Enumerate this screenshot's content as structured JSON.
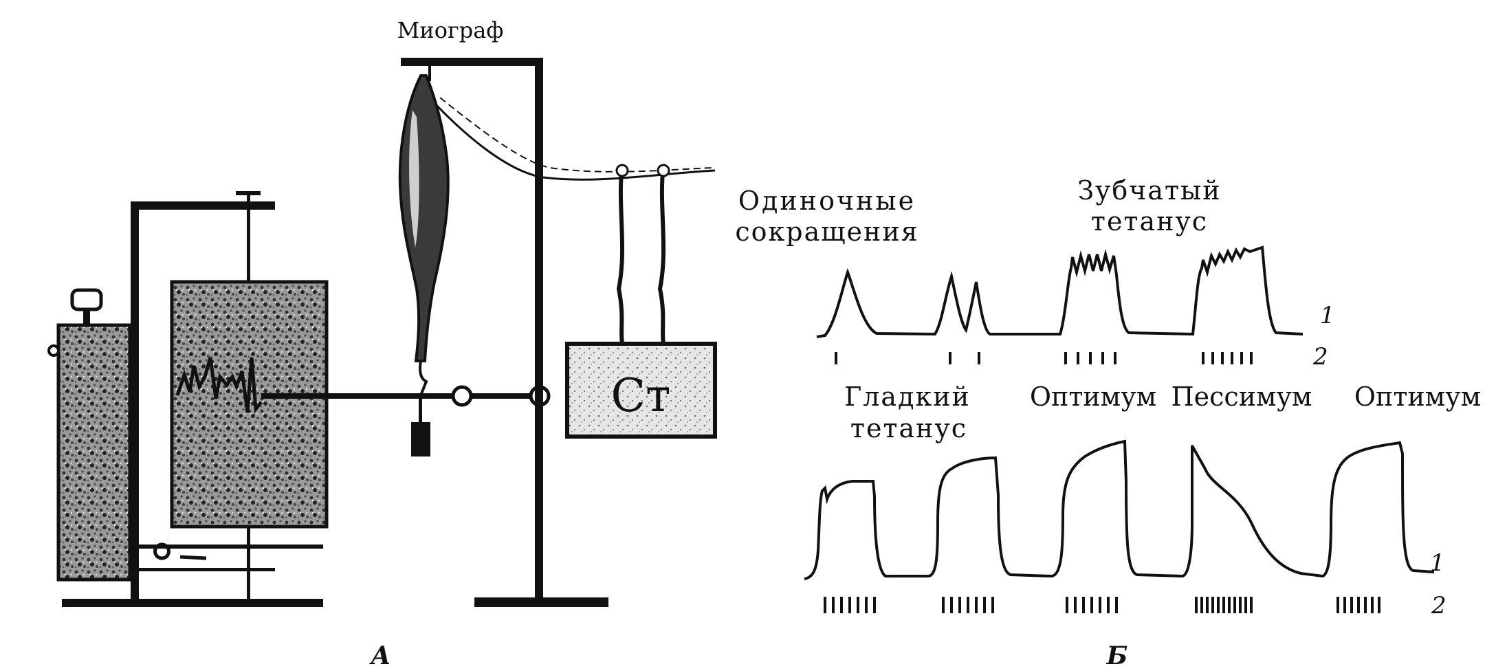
{
  "apparatus": {
    "myograph_label": "Миограф",
    "stimulator_label": "Ст",
    "panel_letter": "А"
  },
  "records": {
    "panel_letter": "Б",
    "trace_muscle": "1",
    "trace_stimuli": "2",
    "row1": [
      {
        "line1": "Одиночные",
        "line2": "сокращения",
        "stimuli": 3
      },
      {
        "line1": "Зубчатый",
        "line2": "тетанус",
        "stimuli": 11
      }
    ],
    "row2": [
      {
        "line1": "Гладкий",
        "line2": "тетанус",
        "stimuli": 7
      },
      {
        "line1": "Оптимум",
        "line2": "",
        "stimuli": 7
      },
      {
        "line1": "Пессимум",
        "line2": "",
        "stimuli": 11
      },
      {
        "line1": "Оптимум",
        "line2": "",
        "stimuli": 7
      }
    ]
  }
}
